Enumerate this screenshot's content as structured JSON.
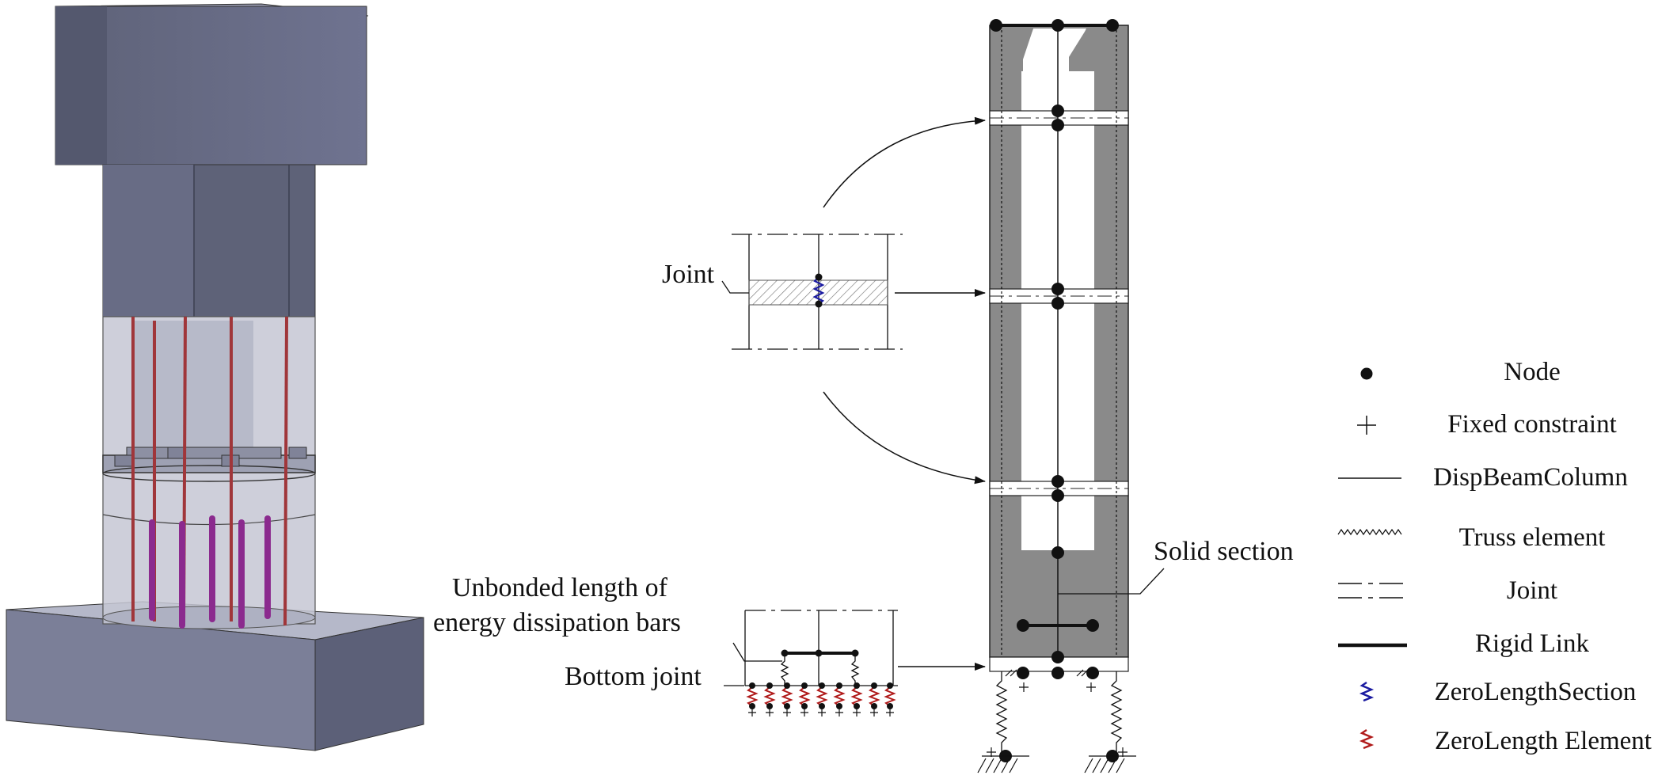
{
  "annotations": {
    "joint": "Joint",
    "unbonded_line1": "Unbonded length of",
    "unbonded_line2": "energy dissipation bars",
    "bottom_joint": "Bottom joint",
    "solid_section": "Solid section"
  },
  "legend": {
    "items": [
      {
        "symbol": "dot-icon",
        "label": "Node"
      },
      {
        "symbol": "plus-icon",
        "label": "Fixed constraint"
      },
      {
        "symbol": "thin-line-icon",
        "label": "DispBeamColumn"
      },
      {
        "symbol": "zigzag-icon",
        "label": "Truss element"
      },
      {
        "symbol": "dash-dot-icon",
        "label": "Joint"
      },
      {
        "symbol": "thick-line-icon",
        "label": "Rigid Link"
      },
      {
        "symbol": "blue-spring-icon",
        "label": "ZeroLengthSection"
      },
      {
        "symbol": "red-spring-icon",
        "label": "ZeroLength Element"
      }
    ]
  },
  "colors": {
    "concrete_gray": "#8a8a8a",
    "model_steel": "#6b6e85",
    "rebar_red": "#a0363a",
    "rebar_purple": "#8b2a8e",
    "zero_length_section": "#1a1aa0",
    "zero_length_element": "#b01a1a"
  }
}
